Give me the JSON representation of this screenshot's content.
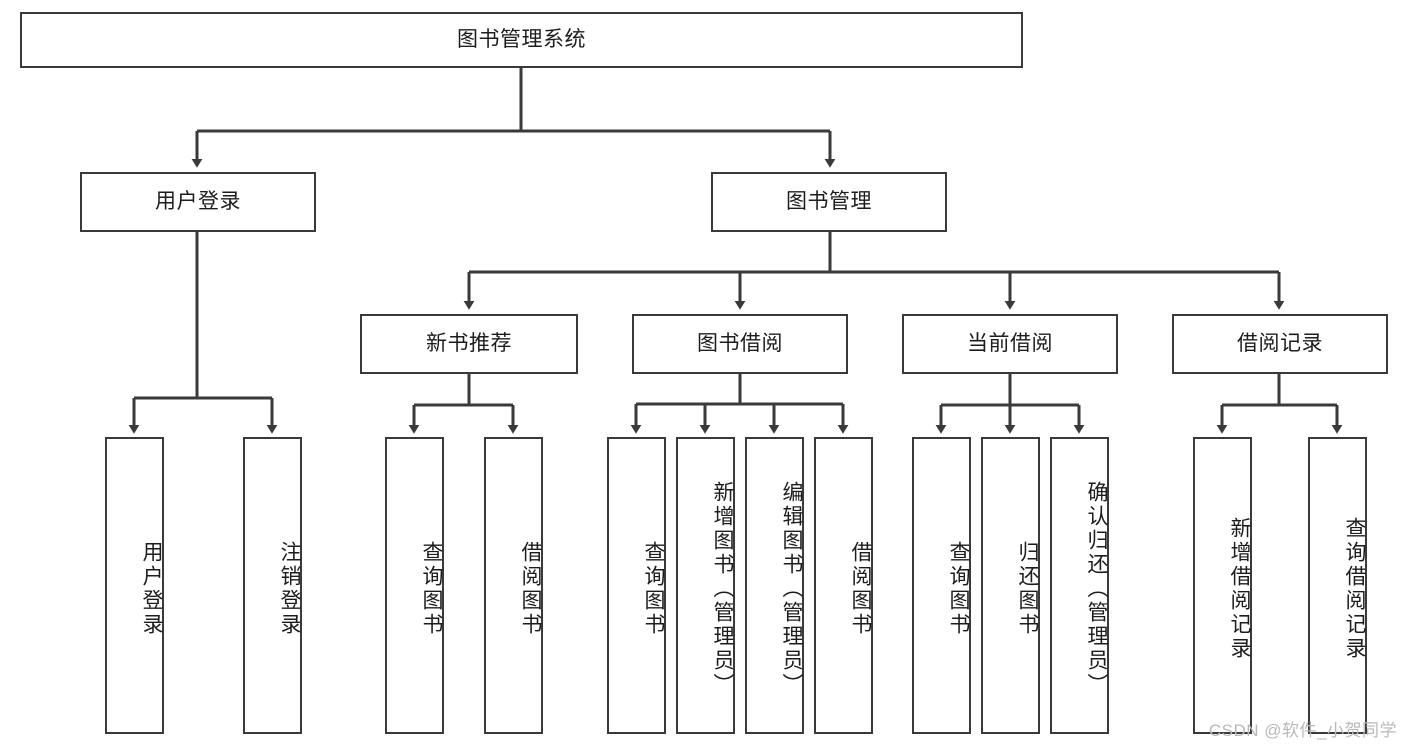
{
  "diagram": {
    "type": "tree",
    "title": "图书管理系统",
    "orientation": "top-down",
    "colors": {
      "box_border": "#3a3a3a",
      "box_fill": "#ffffff",
      "edge": "#3a3a3a",
      "text": "#1d1d1d",
      "watermark": "#b9b9b9"
    },
    "watermark": "CSDN @软件_小贺同学",
    "nodes": {
      "root": {
        "label": "图书管理系统",
        "level": 1
      },
      "user_login": {
        "label": "用户登录",
        "level": 2
      },
      "book_manage": {
        "label": "图书管理",
        "level": 2
      },
      "new_book_rec": {
        "label": "新书推荐",
        "level": 3
      },
      "book_borrow": {
        "label": "图书借阅",
        "level": 3
      },
      "current_borrow": {
        "label": "当前借阅",
        "level": 3
      },
      "borrow_record": {
        "label": "借阅记录",
        "level": 3
      },
      "leaf_user_login": {
        "label": "用户登录",
        "level": 4
      },
      "leaf_logout": {
        "label": "注销登录",
        "level": 4
      },
      "leaf_query_book_1": {
        "label": "查询图书",
        "level": 4
      },
      "leaf_borrow_book_1": {
        "label": "借阅图书",
        "level": 4
      },
      "leaf_query_book_2": {
        "label": "查询图书",
        "level": 4
      },
      "leaf_add_book": {
        "label": "新增图书（管理员）",
        "level": 4
      },
      "leaf_edit_book": {
        "label": "编辑图书（管理员）",
        "level": 4
      },
      "leaf_borrow_book_2": {
        "label": "借阅图书",
        "level": 4
      },
      "leaf_query_book_3": {
        "label": "查询图书",
        "level": 4
      },
      "leaf_return_book": {
        "label": "归还图书",
        "level": 4
      },
      "leaf_confirm_return": {
        "label": "确认归还（管理员）",
        "level": 4
      },
      "leaf_add_record": {
        "label": "新增借阅记录",
        "level": 4
      },
      "leaf_query_record": {
        "label": "查询借阅记录",
        "level": 4
      }
    },
    "edges": [
      {
        "from": "root",
        "to": "user_login"
      },
      {
        "from": "root",
        "to": "book_manage"
      },
      {
        "from": "user_login",
        "to": "leaf_user_login"
      },
      {
        "from": "user_login",
        "to": "leaf_logout"
      },
      {
        "from": "book_manage",
        "to": "new_book_rec"
      },
      {
        "from": "book_manage",
        "to": "book_borrow"
      },
      {
        "from": "book_manage",
        "to": "current_borrow"
      },
      {
        "from": "book_manage",
        "to": "borrow_record"
      },
      {
        "from": "new_book_rec",
        "to": "leaf_query_book_1"
      },
      {
        "from": "new_book_rec",
        "to": "leaf_borrow_book_1"
      },
      {
        "from": "book_borrow",
        "to": "leaf_query_book_2"
      },
      {
        "from": "book_borrow",
        "to": "leaf_add_book"
      },
      {
        "from": "book_borrow",
        "to": "leaf_edit_book"
      },
      {
        "from": "book_borrow",
        "to": "leaf_borrow_book_2"
      },
      {
        "from": "current_borrow",
        "to": "leaf_query_book_3"
      },
      {
        "from": "current_borrow",
        "to": "leaf_return_book"
      },
      {
        "from": "current_borrow",
        "to": "leaf_confirm_return"
      },
      {
        "from": "borrow_record",
        "to": "leaf_add_record"
      },
      {
        "from": "borrow_record",
        "to": "leaf_query_record"
      }
    ]
  }
}
